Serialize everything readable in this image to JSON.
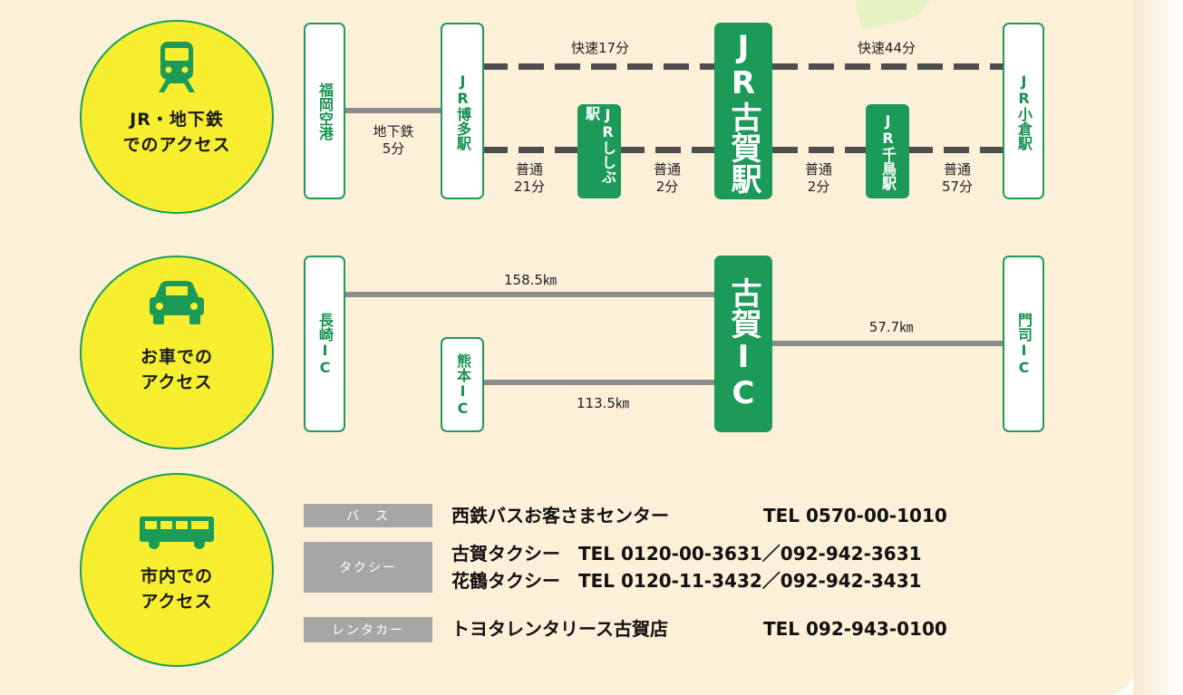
{
  "sections": {
    "train": {
      "label_line1": "JR・地下鉄",
      "label_line2": "でのアクセス",
      "icon": "train-icon"
    },
    "car": {
      "label_line1": "お車での",
      "label_line2": "アクセス",
      "icon": "car-icon"
    },
    "city": {
      "label_line1": "市内での",
      "label_line2": "アクセス",
      "icon": "bus-icon"
    }
  },
  "train_route": {
    "fukuoka_airport": "福岡空港",
    "hakata": "JR博多駅",
    "shishibu": "JRししぶ駅",
    "koga": "JR古賀駅",
    "chidori": "JR千鳥駅",
    "kokura": "JR小倉駅",
    "subway_line1": "地下鉄",
    "subway_line2": "5分",
    "rapid_left": "快速17分",
    "rapid_right": "快速44分",
    "local_a1": "普通",
    "local_a2": "21分",
    "local_b1": "普通",
    "local_b2": "2分",
    "local_c1": "普通",
    "local_c2": "2分",
    "local_d1": "普通",
    "local_d2": "57分"
  },
  "car_route": {
    "nagasaki_ic": "長崎IC",
    "kumamoto_ic": "熊本IC",
    "koga_ic": "古賀IC",
    "moji_ic": "門司IC",
    "dist_nagasaki": "158.5㎞",
    "dist_kumamoto": "113.5㎞",
    "dist_moji": "57.7㎞"
  },
  "city": {
    "bus_label": "バ　ス",
    "bus_name": "西鉄バスお客さまセンター",
    "bus_tel": "TEL 0570-00-1010",
    "taxi_label": "タクシー",
    "taxi1": "古賀タクシー　TEL 0120-00-3631／092-942-3631",
    "taxi2": "花鶴タクシー　TEL 0120-11-3432／092-942-3431",
    "rental_label": "レンタカー",
    "rental_name": "トヨタレンタリース古賀店",
    "rental_tel": "TEL 092-943-0100"
  },
  "colors": {
    "green": "#1b9a58",
    "yellow": "#f6ee2e",
    "cream": "#fcf0d8",
    "gray": "#a6a6a6"
  }
}
